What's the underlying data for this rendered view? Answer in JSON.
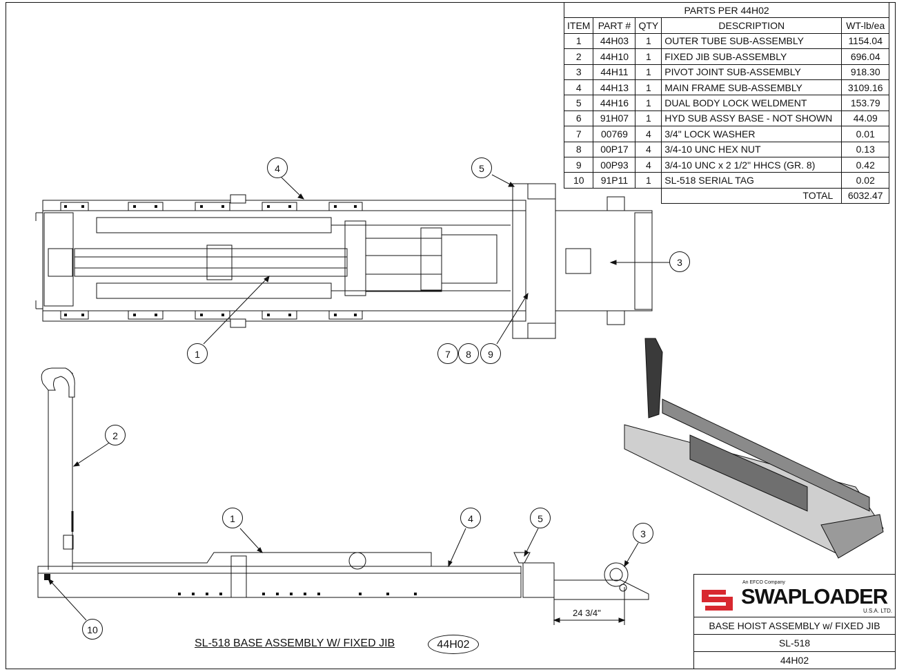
{
  "parts_table": {
    "title": "PARTS PER 44H02",
    "headers": {
      "item": "ITEM",
      "part": "PART #",
      "qty": "QTY",
      "desc": "DESCRIPTION",
      "wt": "WT-lb/ea"
    },
    "rows": [
      {
        "item": "1",
        "part": "44H03",
        "qty": "1",
        "desc": "OUTER TUBE SUB-ASSEMBLY",
        "wt": "1154.04"
      },
      {
        "item": "2",
        "part": "44H10",
        "qty": "1",
        "desc": "FIXED JIB SUB-ASSEMBLY",
        "wt": "696.04"
      },
      {
        "item": "3",
        "part": "44H11",
        "qty": "1",
        "desc": "PIVOT JOINT SUB-ASSEMBLY",
        "wt": "918.30"
      },
      {
        "item": "4",
        "part": "44H13",
        "qty": "1",
        "desc": "MAIN FRAME SUB-ASSEMBLY",
        "wt": "3109.16"
      },
      {
        "item": "5",
        "part": "44H16",
        "qty": "1",
        "desc": "DUAL BODY LOCK WELDMENT",
        "wt": "153.79"
      },
      {
        "item": "6",
        "part": "91H07",
        "qty": "1",
        "desc": "HYD SUB ASSY BASE - NOT SHOWN",
        "wt": "44.09"
      },
      {
        "item": "7",
        "part": "00769",
        "qty": "4",
        "desc": "3/4\" LOCK WASHER",
        "wt": "0.01"
      },
      {
        "item": "8",
        "part": "00P17",
        "qty": "4",
        "desc": "3/4-10 UNC HEX NUT",
        "wt": "0.13"
      },
      {
        "item": "9",
        "part": "00P93",
        "qty": "4",
        "desc": "3/4-10 UNC x 2 1/2\" HHCS (GR. 8)",
        "wt": "0.42"
      },
      {
        "item": "10",
        "part": "91P11",
        "qty": "1",
        "desc": "SL-518 SERIAL TAG",
        "wt": "0.02"
      }
    ],
    "total_label": "TOTAL",
    "total_value": "6032.47"
  },
  "balloons": {
    "top_view": [
      "4",
      "5",
      "3",
      "1",
      "7",
      "8",
      "9"
    ],
    "side_view": [
      "2",
      "1",
      "4",
      "5",
      "3",
      "10"
    ]
  },
  "dimension": "24 3/4\"",
  "caption": {
    "text": "SL-518 BASE ASSEMBLY W/ FIXED JIB",
    "code": "44H02"
  },
  "title_block": {
    "company_tagline": "An EFCO Company",
    "logo_text": "SWAPLOADER",
    "logo_sub": "U.S.A. LTD.",
    "title": "BASE HOIST ASSEMBLY w/ FIXED JIB",
    "model": "SL-518",
    "drawing_no": "44H02"
  },
  "colors": {
    "logo_red": "#d8282f",
    "line": "#111111",
    "iso_dark": "#3a3a3a"
  }
}
